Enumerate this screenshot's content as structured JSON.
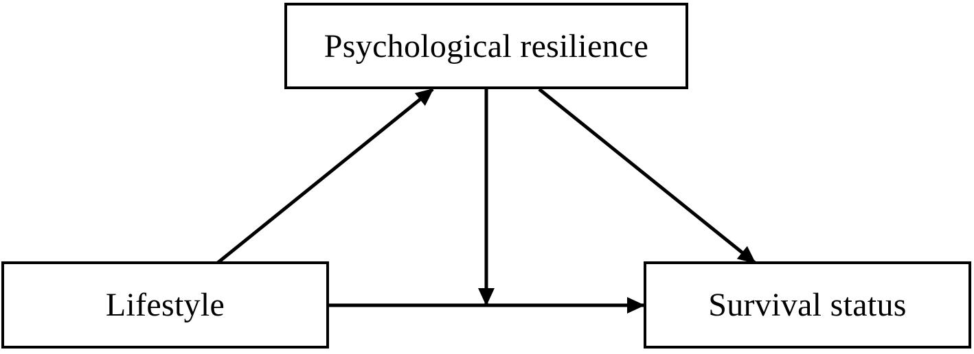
{
  "diagram": {
    "nodes": {
      "mediator": {
        "label": "Psychological resilience"
      },
      "predictor": {
        "label": "Lifestyle"
      },
      "outcome": {
        "label": "Survival status"
      }
    },
    "edges": [
      {
        "from": "Lifestyle",
        "to": "Psychological resilience"
      },
      {
        "from": "Psychological resilience",
        "to": "Survival status"
      },
      {
        "from": "Lifestyle",
        "to": "Survival status"
      },
      {
        "from": "Psychological resilience",
        "to": "Lifestyle → Survival status path"
      }
    ],
    "colors": {
      "stroke": "#000000",
      "background": "#ffffff"
    }
  }
}
